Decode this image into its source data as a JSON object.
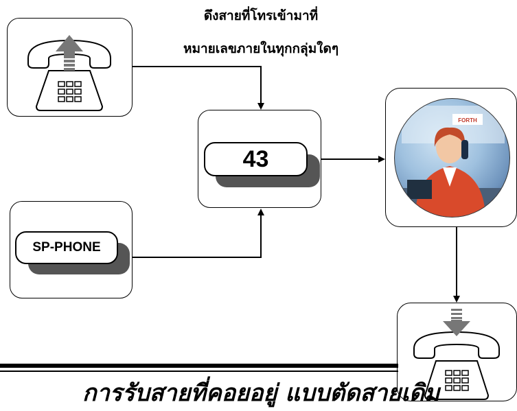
{
  "caption": {
    "line1": "ดึงสายที่โทรเข้ามาที่",
    "line2": "หมายเลขภายในทุกกลุ่มใดๆ"
  },
  "center_box": {
    "code": "43"
  },
  "sp_phone_box": {
    "label": "SP-PHONE"
  },
  "photo": {
    "sign_text": "FORTH"
  },
  "footer": {
    "title": "การรับสายที่คอยอยู่ แบบตัดสายเดิม"
  },
  "icons": {
    "top_left": "phone-arrow-up-icon",
    "bottom_right": "phone-arrow-down-icon"
  }
}
